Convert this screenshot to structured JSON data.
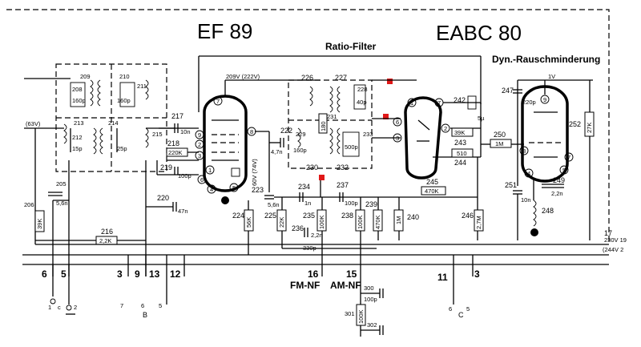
{
  "tubes": {
    "left": "EF 89",
    "right": "EABC 80"
  },
  "labels": {
    "ratio_filter": "Ratio-Filter",
    "noise_reduction": "Dyn.-Rauschminderung",
    "voltage_209": "209V (222V)",
    "voltage_63": "(63V)",
    "voltage_60": "60V (74V)",
    "voltage_1v": "1V",
    "supply_230": "230V 19",
    "supply_244": "(244V 2",
    "fm_nf": "FM-NF",
    "am_nf": "AM-NF"
  },
  "terminals": [
    "6",
    "5",
    "3",
    "9",
    "13",
    "12",
    "16",
    "15",
    "11",
    "3",
    "17",
    "1",
    "2",
    "7",
    "6",
    "5",
    "6",
    "5"
  ],
  "components": {
    "c208": "208",
    "c208v": "160p",
    "c209": "209",
    "c210": "210",
    "c210v": "160p",
    "c211": "211",
    "c212": "212",
    "c212v": "15p",
    "c213": "213",
    "c214": "214",
    "c214v": "25p",
    "c215": "215",
    "c217": "217",
    "c217v": "10n",
    "r218": "218",
    "r218v": "220K",
    "c219": "219",
    "c219v": "100p",
    "c220": "220",
    "c220v": "47n",
    "c205": "205",
    "c205v": "5,6n",
    "r206": "206",
    "r206v": "39K",
    "r216": "216",
    "r216v": "2,2K",
    "c222": "222",
    "c222v": "4,7n",
    "c223": "223",
    "c223v": "5,6n",
    "r224": "224",
    "r224v": "56K",
    "r225": "225",
    "r225v": "22K",
    "c226": "226",
    "c227": "227",
    "c228": "228",
    "c228v": "40p",
    "c229": "229",
    "c229v": "160p",
    "c230": "230",
    "c231": "231",
    "r231v": "180",
    "c232": "232",
    "c232v": "500p",
    "c233": "233",
    "c234": "234",
    "c234v": "1n",
    "r235": "235",
    "r235v": "100K",
    "c236": "236",
    "c236v": "2,2n",
    "c237": "237",
    "c237v": "100p",
    "r238": "238",
    "r238v": "100K",
    "r239": "239",
    "r239v": "470K",
    "r240": "240",
    "r240v": "1M",
    "r245": "245",
    "r245v": "470K",
    "r246": "246",
    "r246v": "2,7M",
    "c242": "242",
    "c242v": "5µ",
    "r243": "243",
    "r243v": "39K",
    "r244": "244",
    "r244v": "510",
    "r250": "250",
    "r250v": "1M",
    "c247": "247",
    "c247v": "220p",
    "c251": "251",
    "c251v": "10n",
    "r252": "252",
    "r252v": "27K",
    "c248": "248",
    "c249": "249",
    "c249v": "2,2n",
    "c330": "330p",
    "c300": "300",
    "c300v": "100p",
    "r301": "301",
    "r301v": "100K",
    "c302": "302"
  },
  "pins": [
    "7",
    "9",
    "2",
    "3",
    "8",
    "1",
    "6",
    "4",
    "5",
    "1",
    "7",
    "6",
    "3",
    "2",
    "9",
    "8",
    "4",
    "7",
    "5"
  ],
  "bottom_letters": [
    "c",
    "B",
    "C"
  ]
}
